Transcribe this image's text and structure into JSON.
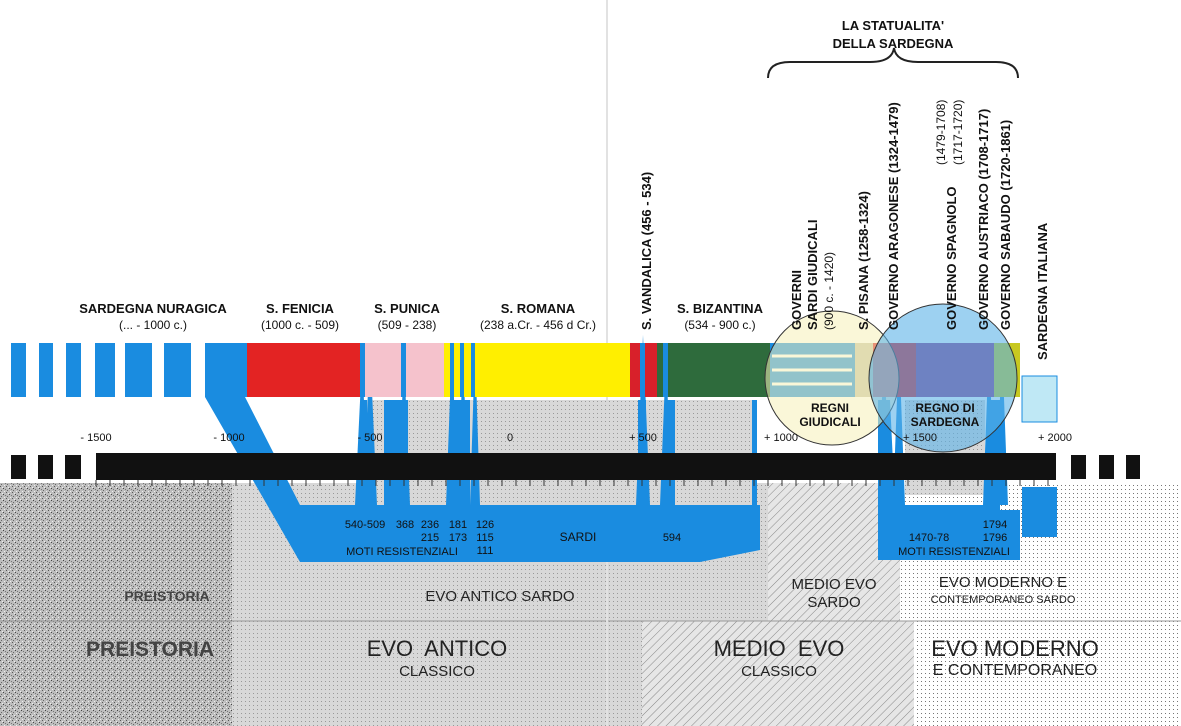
{
  "header": {
    "statualita_line1": "LA STATUALITA'",
    "statualita_line2": "DELLA SARDEGNA"
  },
  "periods": {
    "nuragica": {
      "name": "SARDEGNA NURAGICA",
      "dates": "(... - 1000 c.)"
    },
    "fenicia": {
      "name": "S. FENICIA",
      "dates": "(1000 c. - 509)"
    },
    "punica": {
      "name": "S. PUNICA",
      "dates": "(509 - 238)"
    },
    "romana": {
      "name": "S. ROMANA",
      "dates": "(238 a.Cr. - 456 d Cr.)"
    },
    "vandalica": {
      "name": "S. VANDALICA (456 - 534)"
    },
    "bizantina": {
      "name": "S. BIZANTINA",
      "dates": "(534 - 900 c.)"
    },
    "giudicali": {
      "line1": "GOVERNI",
      "line2": "SARDI GIUDICALI",
      "line3": "(900 c. - 1420)"
    },
    "pisana": {
      "name": "S. PISANA (1258-1324)"
    },
    "aragonese": {
      "name": "GOVERNO ARAGONESE (1324-1479)"
    },
    "spagnolo": {
      "name": "GOVERNO SPAGNOLO",
      "dates1": "(1479-1708)",
      "dates2": "(1717-1720)"
    },
    "austriaco": {
      "name": "GOVERNO AUSTRIACO (1708-1717)"
    },
    "sabaudo": {
      "name": "GOVERNO SABAUDO (1720-1861)"
    },
    "italiana": {
      "name": "SARDEGNA ITALIANA"
    }
  },
  "circles": {
    "regni_giudicali": {
      "line1": "REGNI",
      "line2": "GIUDICALI"
    },
    "regno_sardegna": {
      "line1": "REGNO DI",
      "line2": "SARDEGNA"
    }
  },
  "axis": {
    "ticks": [
      "- 1500",
      "- 1000",
      "- 500",
      "0",
      "+ 500",
      "+ 1000",
      "+ 1500",
      "+ 2000"
    ]
  },
  "moti": {
    "sardi": "SARDI",
    "label_left": "MOTI RESISTENZIALI",
    "label_right": "MOTI RESISTENZIALI",
    "dates": {
      "a": "540-509",
      "b": "368",
      "c1": "236",
      "c2": "215",
      "d1": "181",
      "d2": "173",
      "e1": "126",
      "e2": "115",
      "e3": "111",
      "f": "594",
      "g": "1470-78",
      "h1": "1794",
      "h2": "1796"
    }
  },
  "eras_sardo": {
    "preistoria": "PREISTORIA",
    "evo_antico": "EVO ANTICO SARDO",
    "medio_evo_1": "MEDIO EVO",
    "medio_evo_2": "SARDO",
    "moderno_1": "EVO MODERNO E",
    "moderno_2": "CONTEMPORANEO SARDO"
  },
  "eras_classic": {
    "preistoria": "PREISTORIA",
    "evo_antico_1": "EVO  ANTICO",
    "evo_antico_2": "CLASSICO",
    "medio_evo_1": "MEDIO  EVO",
    "medio_evo_2": "CLASSICO",
    "moderno_1": "EVO MODERNO",
    "moderno_2": "E CONTEMPORANEO"
  },
  "colors": {
    "blue": "#1a8ce0",
    "fenicia": "#e32323",
    "punica": "#f5c2cc",
    "romana": "#ffef00",
    "vandalica": "#d8202a",
    "bizantina": "#2e6b3c",
    "pisana": "#c8c4a8",
    "spagnolo": "#8a3a8a",
    "sabaudo": "#c8c820",
    "timeline": "#111111"
  }
}
